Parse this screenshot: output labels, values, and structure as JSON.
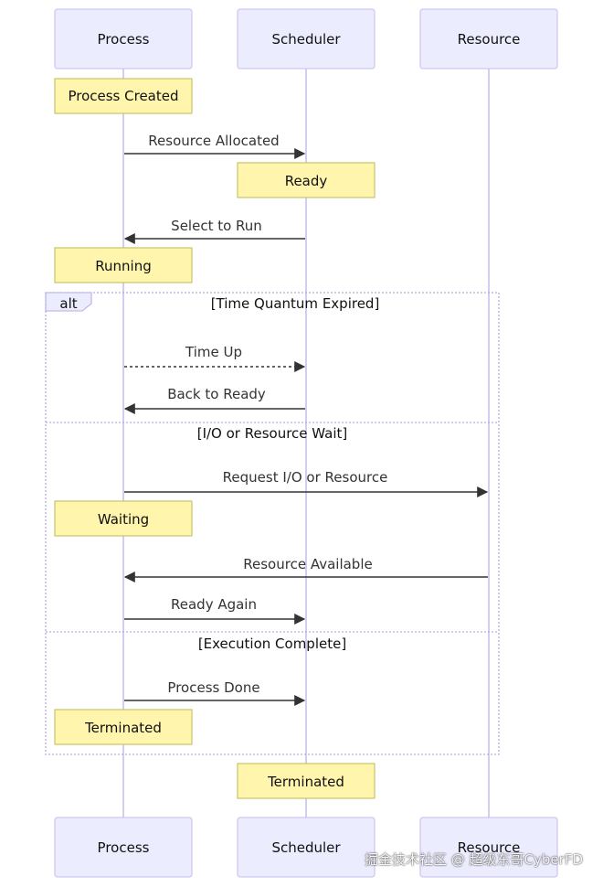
{
  "participants": [
    "Process",
    "Scheduler",
    "Resource"
  ],
  "notes": {
    "process_created": "Process Created",
    "ready": "Ready",
    "running": "Running",
    "waiting": "Waiting",
    "terminated_process": "Terminated",
    "terminated_scheduler": "Terminated"
  },
  "messages": {
    "resource_allocated": "Resource Allocated",
    "select_to_run": "Select to Run",
    "time_up": "Time Up",
    "back_to_ready": "Back to Ready",
    "request_io": "Request I/O or Resource",
    "resource_available": "Resource Available",
    "ready_again": "Ready Again",
    "process_done": "Process Done"
  },
  "alt_block": {
    "label": "alt",
    "conditions": [
      "[Time Quantum Expired]",
      "[I/O or Resource Wait]",
      "[Execution Complete]"
    ]
  },
  "watermark": "掘金技术社区 @ 超级东哥CyberFD"
}
